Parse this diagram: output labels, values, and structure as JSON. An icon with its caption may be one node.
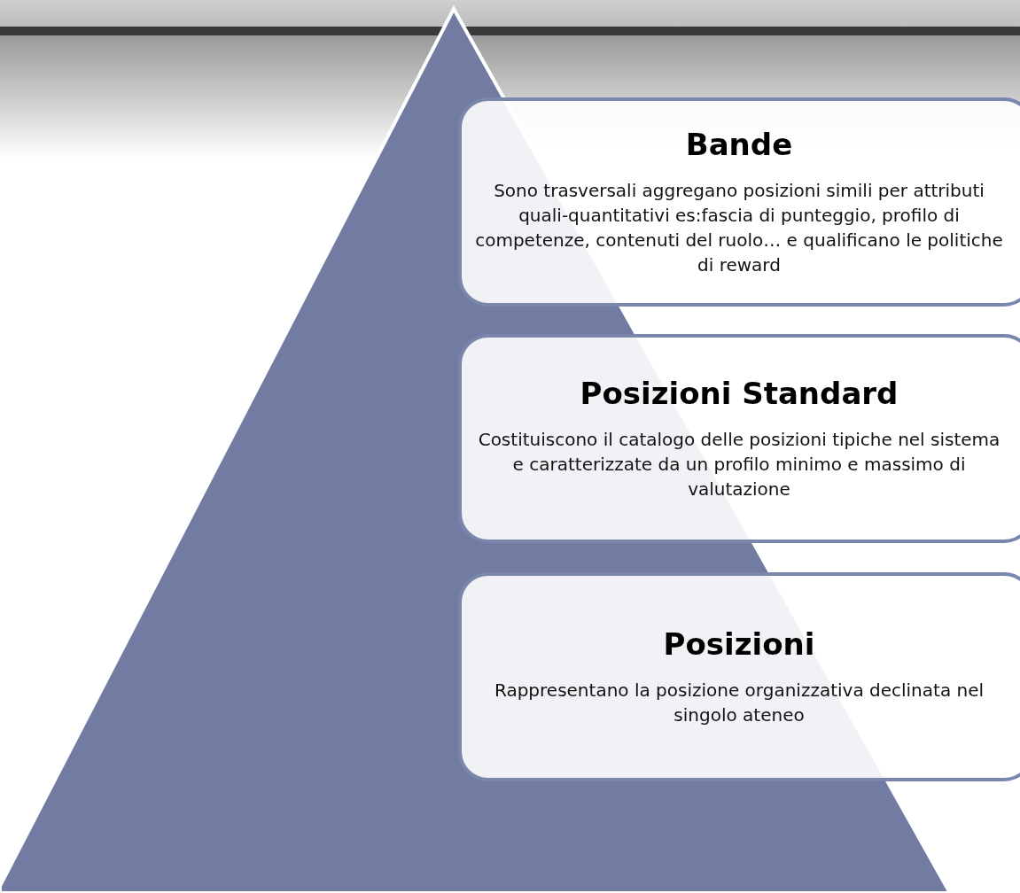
{
  "diagram": {
    "nodes": [
      {
        "text": [
          "Bande",
          "Sono trasversali aggregano posizioni simili per attributi quali-quantitativi es:fascia di punteggio, profilo di competenze, contenuti del ruolo… e qualificano le politiche di reward"
        ]
      },
      {
        "text": [
          "Posizioni Standard",
          "Costituiscono il catalogo delle posizioni tipiche nel sistema e caratterizzate da un profilo minimo e massimo di valutazione"
        ]
      },
      {
        "text": [
          "Posizioni",
          "Rappresentano la posizione organizzativa declinata nel singolo ateneo"
        ]
      }
    ]
  }
}
